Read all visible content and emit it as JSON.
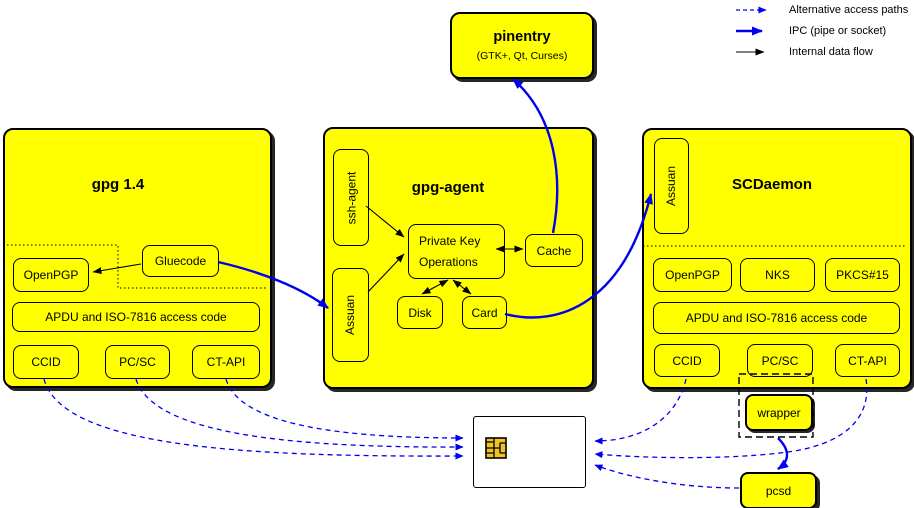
{
  "legend": {
    "items": [
      {
        "label": "Alternative access paths",
        "type": "alternative-access-dashed"
      },
      {
        "label": "IPC (pipe or socket)",
        "type": "ipc-thick"
      },
      {
        "label": "Internal data flow",
        "type": "internal-thin"
      }
    ]
  },
  "pinentry": {
    "title": "pinentry",
    "subtitle": "(GTK+, Qt, Curses)"
  },
  "gpg14": {
    "title": "gpg 1.4",
    "openpgp": "OpenPGP",
    "gluecode": "Gluecode",
    "apdu": "APDU and ISO-7816 access code",
    "ccid": "CCID",
    "pcsc": "PC/SC",
    "ctapi": "CT-API"
  },
  "gpgagent": {
    "title": "gpg-agent",
    "ssh_agent": "ssh-agent",
    "assuan": "Assuan",
    "pko_line1": "Private Key",
    "pko_line2": "Operations",
    "cache": "Cache",
    "disk": "Disk",
    "card": "Card"
  },
  "scdaemon": {
    "title": "SCDaemon",
    "assuan": "Assuan",
    "openpgp": "OpenPGP",
    "nks": "NKS",
    "pkcs15": "PKCS#15",
    "apdu": "APDU and ISO-7816 access code",
    "ccid": "CCID",
    "pcsc": "PC/SC",
    "ctapi": "CT-API"
  },
  "wrapper": {
    "label": "wrapper"
  },
  "pcsd": {
    "label": "pcsd"
  },
  "colors": {
    "node_fill": "#ffff00",
    "connector_blue": "#0000ee",
    "connector_black": "#000000",
    "chip_gold": "#f0c420"
  }
}
